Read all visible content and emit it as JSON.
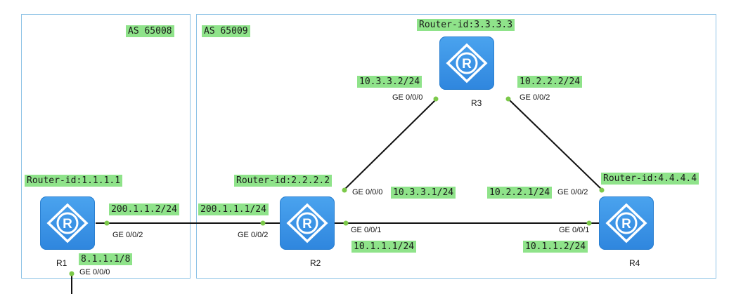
{
  "as_areas": [
    {
      "label": "AS 65008"
    },
    {
      "label": "AS 65009"
    }
  ],
  "routers": [
    {
      "name": "R1",
      "router_id": "Router-id:1.1.1.1"
    },
    {
      "name": "R2",
      "router_id": "Router-id:2.2.2.2"
    },
    {
      "name": "R3",
      "router_id": "Router-id:3.3.3.3"
    },
    {
      "name": "R4",
      "router_id": "Router-id:4.4.4.4"
    }
  ],
  "links": {
    "r1_r2": {
      "r1_ip": "200.1.1.2/24",
      "r1_port": "GE 0/0/2",
      "r2_ip": "200.1.1.1/24",
      "r2_port": "GE 0/0/2"
    },
    "r1_down": {
      "ip": "8.1.1.1/8",
      "port": "GE 0/0/0"
    },
    "r2_r3": {
      "r2_ip": "10.3.3.1/24",
      "r2_port": "GE 0/0/0",
      "r3_ip": "10.3.3.2/24",
      "r3_port": "GE 0/0/0"
    },
    "r3_r4": {
      "r3_ip": "10.2.2.2/24",
      "r3_port": "GE 0/0/2",
      "r4_ip": "10.2.2.1/24",
      "r4_port": "GE 0/0/2"
    },
    "r2_r4": {
      "r2_ip": "10.1.1.1/24",
      "r2_port": "GE 0/0/1",
      "r4_ip": "10.1.1.2/24",
      "r4_port": "GE 0/0/1"
    }
  },
  "colors": {
    "label_bg": "#8fe38a",
    "router_fill": "#3a93e6",
    "as_border": "#8ec3e6",
    "port_dot": "#7cc94a"
  }
}
